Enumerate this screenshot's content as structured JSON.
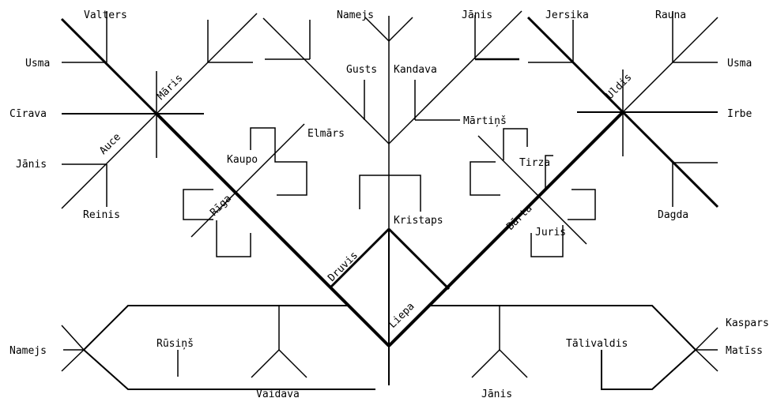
{
  "colors": {
    "line": "#000000",
    "background": "#ffffff"
  },
  "labels": {
    "valters": "Valters",
    "usma_left": "Usma",
    "cirava": "Cīrava",
    "janis_left": "Jānis",
    "reinis": "Reinis",
    "maris": "Māris",
    "auce": "Auce",
    "namejs_top": "Namejs",
    "janis_top": "Jānis",
    "gusts": "Gusts",
    "kandava": "Kandava",
    "martins": "Mārtiņš",
    "elmars": "Elmārs",
    "kaupo": "Kaupo",
    "riga": "Rīga",
    "druvis": "Druvis",
    "kristaps": "Kristaps",
    "jersika": "Jersika",
    "rauna": "Rauna",
    "usma_right": "Usma",
    "irbe": "Irbe",
    "uldis": "Uldis",
    "tirza": "Tirza",
    "barta": "Bārta",
    "juris": "Juris",
    "dagda": "Dagda",
    "liepa": "Liepa",
    "namejs_left": "Namejs",
    "rusins": "Rūsiņš",
    "vaidava": "Vaidava",
    "janis_bottom": "Jānis",
    "talivaldis": "Tālivaldis",
    "kaspars": "Kaspars",
    "matiss": "Matīss"
  }
}
